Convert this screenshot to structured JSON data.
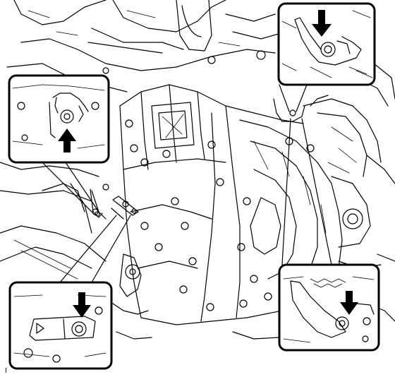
{
  "figure": {
    "corner_mark": "I",
    "callouts": [
      {
        "id": "top-right",
        "direction": "down"
      },
      {
        "id": "upper-left",
        "direction": "up"
      },
      {
        "id": "lower-left",
        "direction": "down"
      },
      {
        "id": "lower-right",
        "direction": "down"
      }
    ]
  }
}
